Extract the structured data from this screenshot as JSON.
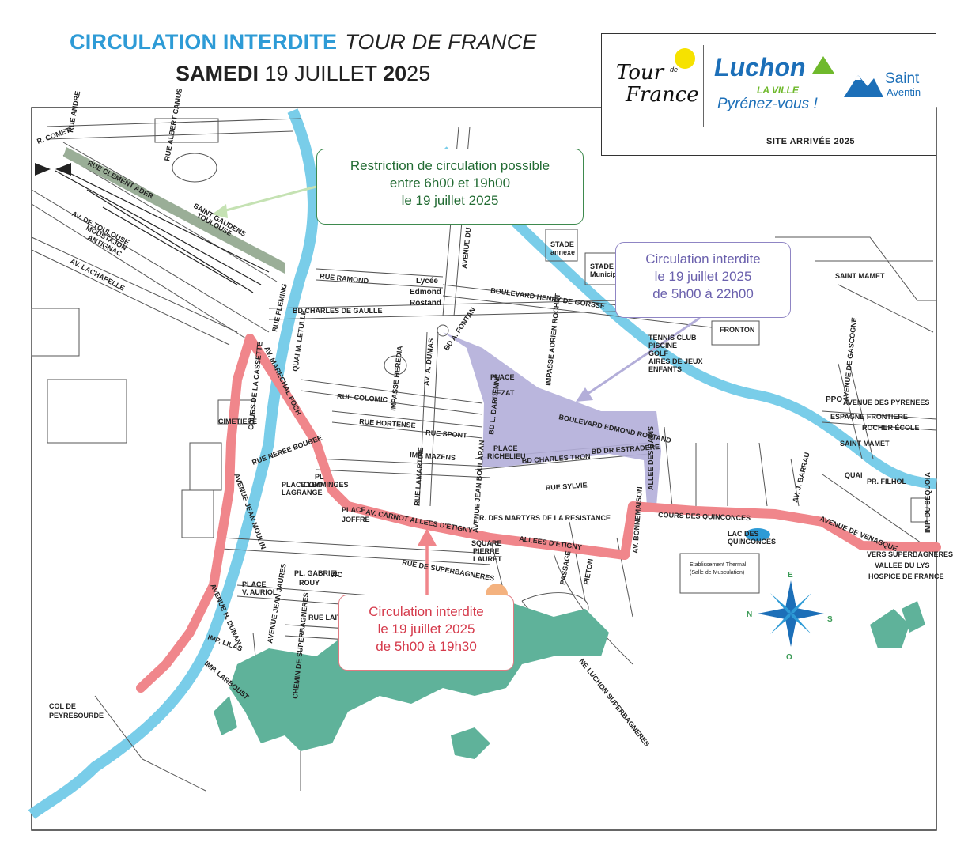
{
  "header": {
    "title_main": "CIRCULATION INTERDITE",
    "title_event": "TOUR DE FRANCE",
    "date_day": "SAMEDI",
    "date_mid": "19 JUILLET ",
    "date_year_bold": "20",
    "date_year_rest": "25"
  },
  "logos": {
    "tdf_line1": "Tour",
    "tdf_line2": "France",
    "tdf_de": "de",
    "luchon": "Luchon",
    "la_ville": "LA VILLE",
    "pyrenez": "Pyrénez-vous !",
    "saint": "Saint",
    "aventin": "Aventin",
    "site_arrivee": "SITE ARRIVÉE 2025"
  },
  "callouts": {
    "green": [
      "Restriction de circulation possible",
      "entre 6h00 et 19h00",
      "le 19 juillet 2025"
    ],
    "purple": [
      "Circulation interdite",
      "le 19 juillet 2025",
      "de 5h00 à 22h00"
    ],
    "red": [
      "Circulation interdite",
      "le 19 juillet 2025",
      "de 5h00 à 19h30"
    ]
  },
  "places": {
    "lycee": [
      "Lycée",
      "Edmond",
      "Rostand"
    ],
    "saint_mamet_top": "SAINT MAMET",
    "saint_mamet": "SAINT MAMET",
    "stade_annexe": [
      "STADE",
      "annexe"
    ],
    "stade_municipal": [
      "STADE",
      "Municipal"
    ],
    "fronton": "FRONTON",
    "tennis": [
      "TENNIS CLUB",
      "PISCINE",
      "GOLF",
      "AIRES DE JEUX",
      "ENFANTS"
    ],
    "ppo": "PPO",
    "avenue_pyrenees": "AVENUE DES PYRENEES",
    "espagne": "ESPAGNE FRONTIERE",
    "rocher": "ROCHER ÉCOLE",
    "pr_filhol": "PR. FILHOL",
    "vers_superbagneres": "VERS SUPERBAGNERES",
    "vallee_lys": "VALLEE DU LYS",
    "hospice": "HOSPICE DE FRANCE",
    "col_de": "COL DE",
    "peyresourde": "PEYRESOURDE",
    "saint_gaudens": "SAINT GAUDENS",
    "toulouse": "TOULOUSE",
    "cimetiere": "CIMETIERE",
    "lac": [
      "LAC DES",
      "QUINCONCES"
    ],
    "etablissement": [
      "Etablissement Thermal",
      "(Salle de Musculation)"
    ],
    "square": [
      "SQUARE",
      "PIERRE",
      "LAURET"
    ],
    "place_lezat": [
      "PLACE",
      "LEZAT"
    ],
    "place_richelieu": [
      "PLACE",
      "RICHELIEU"
    ],
    "pl_comminges": [
      "PL",
      "COMMINGES"
    ],
    "place_joffre": [
      "PLACE",
      "JOFFRE"
    ],
    "place_leo": [
      "PLACE LEO",
      "LAGRANGE"
    ],
    "place_auriol": [
      "PLACE",
      "V. AURIOL"
    ],
    "pl_gabriel": [
      "PL. GABRIEL",
      "ROUY"
    ],
    "wc": "WC",
    "ne_luchon": "NE LUCHON SUPERBAGNERES",
    "passage_pieton": [
      "PASSAGE",
      "PIETON"
    ]
  },
  "streets": {
    "rue_clement_ader": "RUE CLEMENT ADER",
    "av_toulouse": "AV. DE TOULOUSE",
    "moustajon": "MOUSTAJON",
    "antignac": "ANTIGNAC",
    "av_lachapelle": "AV. LACHAPELLE",
    "r_comet": "R. COMET",
    "rue_andre": "RUE ANDRE",
    "rue_albert_camus": "RUE ALBERT CAMUS",
    "rue_ramond": "RUE RAMOND",
    "bd_charles_de_gaulle": "BD CHARLES DE GAULLE",
    "boulevard_henry_de_gorsse": "BOULEVARD HENRY DE GORSSE",
    "avenue_du_bois": "AVENUE DU BOIS CH.",
    "bd_fontan": "BD A. FONTAN",
    "av_dumas": "AV. A. DUMAS",
    "boulevard_edmond_rostand": "BOULEVARD EDMOND ROSTAND",
    "bd_dardenne": "BD L. DARDENNE",
    "impasse_adrien_rochet": "IMPASSE ADRIEN ROCHET",
    "bd_charles_tron": "BD CHARLES TRON",
    "bd_dr_estradere": "BD DR ESTRADERE",
    "allee_des_bains": "ALLEE DES BAINS",
    "rue_colomic": "RUE COLOMIC",
    "rue_hortense": "RUE HORTENSE",
    "rue_spont": "RUE SPONT",
    "imp_mazens": "IMP. MAZENS",
    "impasse_heredia": "IMPASSE HEREDIA",
    "rue_fleming": "RUE FLEMING",
    "quai_letulle": "QUAI M. LETULLE",
    "av_foch": "AV. MARECHAL FOCH",
    "cours_cassette": "COURS DE LA CASSETTE",
    "av_carnot": "AV. CARNOT",
    "allees_etigny_1": "ALLEES D'ETIGNY",
    "allees_etigny_2": "ALLEES D'ETIGNY",
    "cours_quinconces": "COURS DES QUINCONCES",
    "avenue_venasque": "AVENUE DE VENASQUE",
    "av_dunan": "AVENUE H. DUNAN",
    "avenue_jean_moulin": "AVENUE JEAN MOULIN",
    "av_jean_jaures": "AVENUE JEAN JAURES",
    "rue_laity": "RUE LAITY",
    "chemin_superbagneres": "CHEMIN DE SUPERBAGNERES",
    "rue_superbagneres": "RUE DE SUPERBAGNERES",
    "avenue_boularan": "AVENUE JEAN BOULARAN",
    "rue_sylvie": "RUE SYLVIE",
    "rue_lamartine": "RUE LAMARTINE",
    "imp_lilas": "IMP. LILAS",
    "imp_larboust": "IMP. LARBOUST",
    "av_gascogne": "AVENUE DE GASCOGNE",
    "quai": "QUAI",
    "imp_sequoia": "IMP. DU SEQUOIA",
    "av_barrau": "AV. J. BARRAU",
    "rue_martyrs": "R. DES MARTYRS DE LA RESISTANCE",
    "av_rostand_vert": "AV. A. DUMAS",
    "rue_nerée": "RUE NEREE BOUBEE",
    "av_bonnemaison": "AV. BONNEMAISON"
  },
  "compass": {
    "e": "E",
    "n": "N",
    "s": "S",
    "o": "O"
  },
  "colors": {
    "river": "#79cde9",
    "red_zone": "#f0868b",
    "purple_zone": "#b3aed9",
    "green_zone": "#9aae97",
    "forest": "#5fb29a",
    "title_blue": "#2e9bd6"
  }
}
